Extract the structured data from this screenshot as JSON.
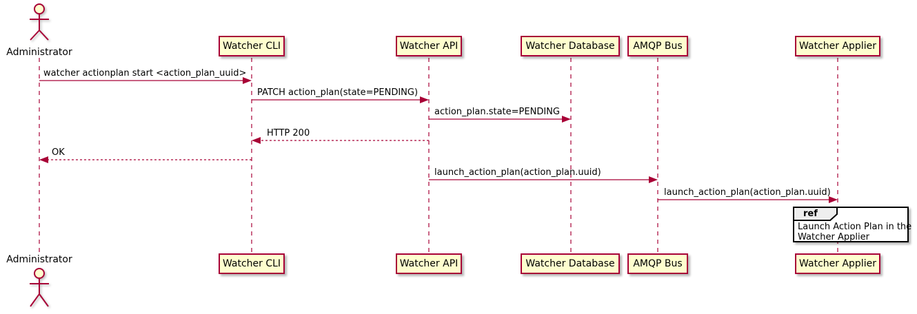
{
  "diagram": {
    "type": "plantuml-sequence",
    "actor": {
      "label": "Administrator"
    },
    "participants": [
      {
        "label": "Watcher CLI"
      },
      {
        "label": "Watcher API"
      },
      {
        "label": "Watcher Database"
      },
      {
        "label": "AMQP Bus"
      },
      {
        "label": "Watcher Applier"
      }
    ],
    "messages": [
      {
        "from": "Administrator",
        "to": "Watcher CLI",
        "label": "watcher actionplan start <action_plan_uuid>",
        "line": "solid"
      },
      {
        "from": "Watcher CLI",
        "to": "Watcher API",
        "label": "PATCH action_plan(state=PENDING)",
        "line": "solid"
      },
      {
        "from": "Watcher API",
        "to": "Watcher Database",
        "label": "action_plan.state=PENDING",
        "line": "solid"
      },
      {
        "from": "Watcher API",
        "to": "Watcher CLI",
        "label": "HTTP 200",
        "line": "dashed"
      },
      {
        "from": "Watcher CLI",
        "to": "Administrator",
        "label": "OK",
        "line": "dashed"
      },
      {
        "from": "Watcher API",
        "to": "AMQP Bus",
        "label": "launch_action_plan(action_plan.uuid)",
        "line": "solid"
      },
      {
        "from": "AMQP Bus",
        "to": "Watcher Applier",
        "label": "launch_action_plan(action_plan.uuid)",
        "line": "solid"
      }
    ],
    "ref": {
      "keyword": "ref",
      "line1": "Launch Action Plan in the",
      "line2": "Watcher Applier",
      "over": "Watcher Applier"
    },
    "colors": {
      "stroke": "#A80036",
      "participant_fill": "#FEFECE",
      "text": "#000000",
      "ref_border": "#000000",
      "ref_header_fill": "#EEEEEE",
      "ref_fill": "#FFFFFF",
      "background": "#FFFFFF"
    }
  }
}
